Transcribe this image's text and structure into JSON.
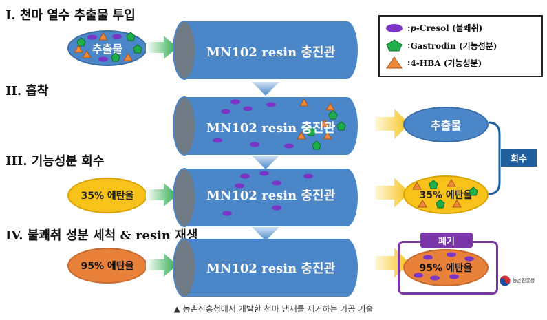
{
  "steps": [
    {
      "title": "I. 천마 열수 추출물 투입",
      "input_label": "추출물",
      "column_label": "MN102 resin 충진관"
    },
    {
      "title": "II. 흡착",
      "column_label": "MN102 resin 충진관",
      "output_label": "추출물"
    },
    {
      "title": "III. 기능성분 회수",
      "input_label": "35% 에탄올",
      "column_label": "MN102 resin 충진관",
      "output_label": "35% 에탄올"
    },
    {
      "title": "IV. 불쾌취 성분 세척 & resin 재생",
      "input_label": "95% 에탄올",
      "column_label": "MN102 resin 충진관",
      "output_label": "95% 에탄올"
    }
  ],
  "legend": {
    "items": [
      {
        "prefix": ": ",
        "italic": "p",
        "text": "-Cresol (불쾌취)",
        "shape": "purple-blob",
        "color": "#7a35c6"
      },
      {
        "prefix": ": ",
        "italic": "",
        "text": "Gastrodin (기능성분)",
        "shape": "green-pentagon",
        "color": "#1fae4b"
      },
      {
        "prefix": ": ",
        "italic": "",
        "text": "4-HBA (기능성분)",
        "shape": "orange-triangle",
        "color": "#f0883a"
      }
    ]
  },
  "recover_tag": "회수",
  "discard_tag": "폐기",
  "logo_text": "농촌진흥청",
  "caption": "▲ 농촌진흥청에서 개발한 천마 냄새를 제거하는 가공 기술",
  "colors": {
    "blue": "#4a86c8",
    "yellow": "#f7c21a",
    "orange": "#e8813a",
    "purple": "#7a35c6",
    "green": "#1fae4b",
    "tag_blue": "#1f5f9e",
    "discard_frame": "#7a35a8"
  }
}
